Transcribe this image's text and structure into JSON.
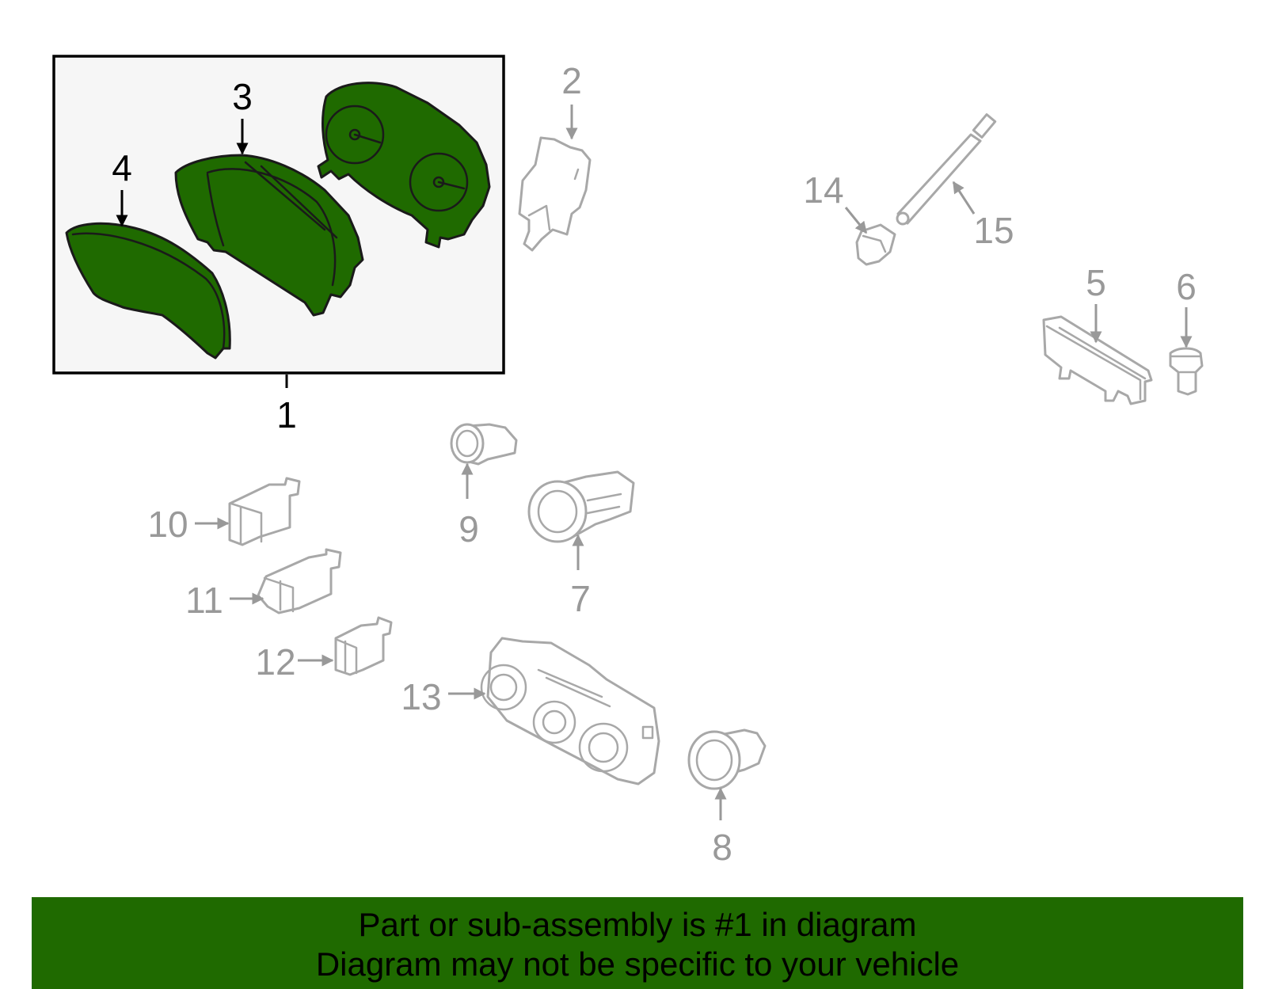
{
  "callouts": {
    "c1": "1",
    "c2": "2",
    "c3": "3",
    "c4": "4",
    "c5": "5",
    "c6": "6",
    "c7": "7",
    "c8": "8",
    "c9": "9",
    "c10": "10",
    "c11": "11",
    "c12": "12",
    "c13": "13",
    "c14": "14",
    "c15": "15"
  },
  "banner": {
    "line1": "Part or sub-assembly is #1 in diagram",
    "line2": "Diagram may not be specific to your vehicle"
  },
  "colors": {
    "highlight": "#1f6a00",
    "banner_bg": "#1f6a00",
    "assembly_box_bg": "#f6f6f6",
    "other_parts": "#a8a8a8"
  },
  "icons": {
    "assembly": "instrument-cluster-icon",
    "other": "dashboard-switch-icon"
  }
}
